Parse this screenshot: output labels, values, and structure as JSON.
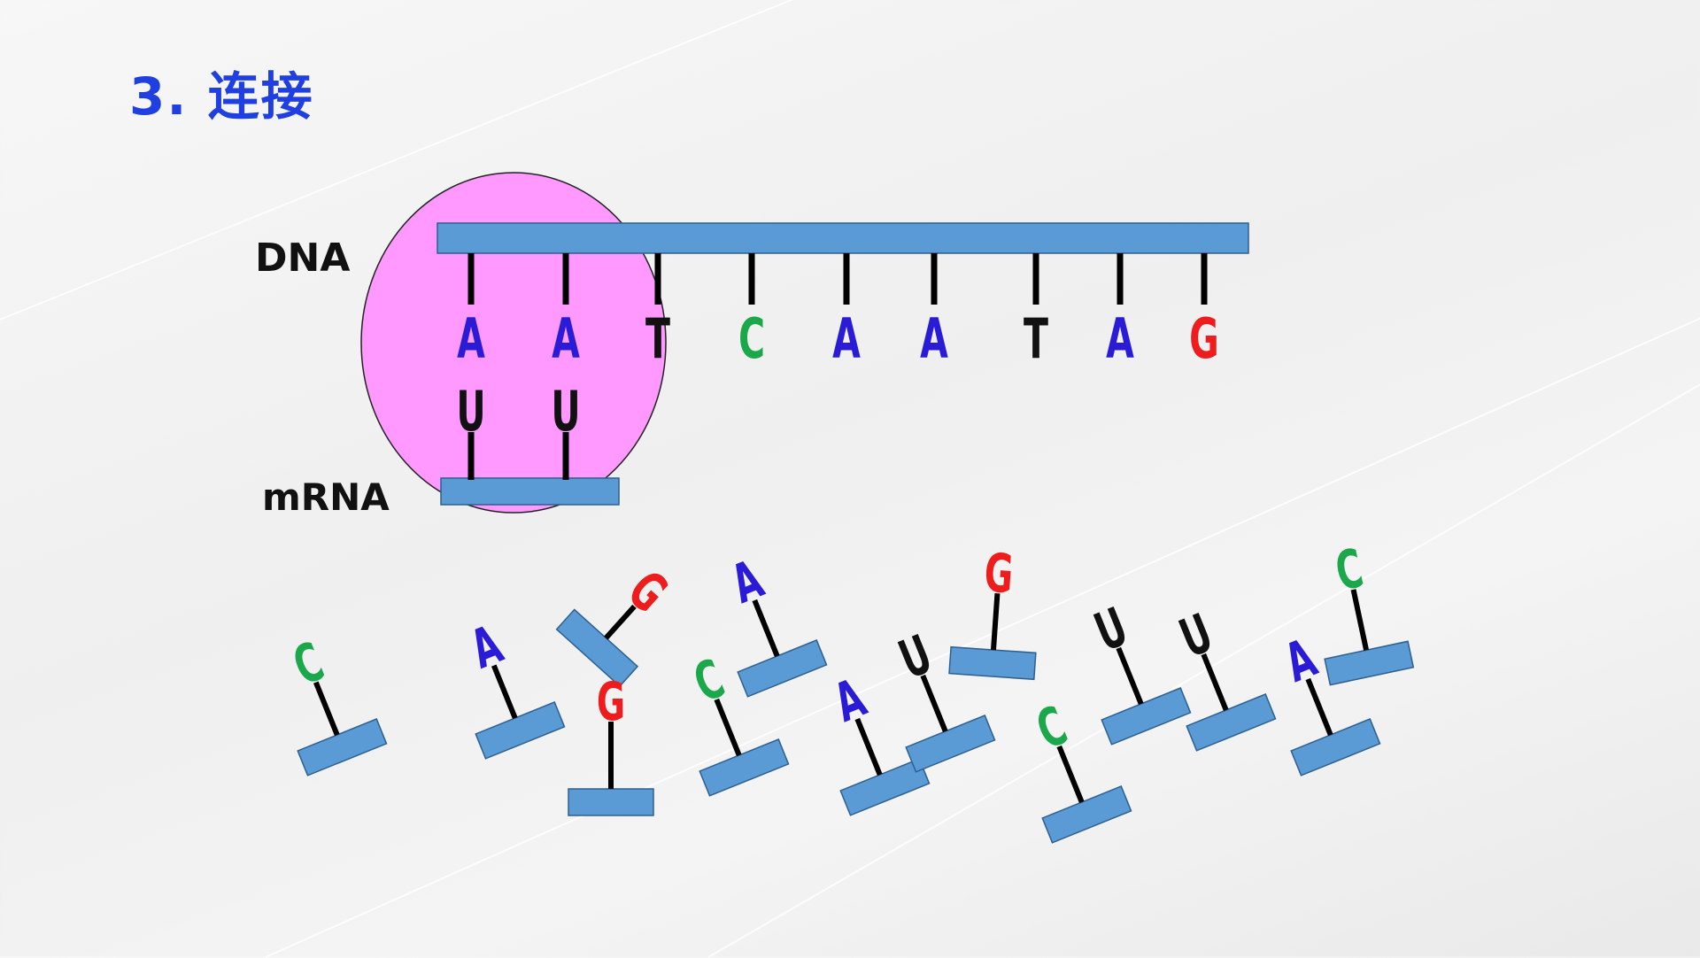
{
  "title": "3. 连接",
  "labels": {
    "dna": "DNA",
    "mrna": "mRNA"
  },
  "dna_bases": [
    "A",
    "A",
    "T",
    "C",
    "A",
    "A",
    "T",
    "A",
    "G"
  ],
  "mrna_bases": [
    "U",
    "U"
  ],
  "free_nucleotides": [
    "C",
    "A",
    "G",
    "G",
    "C",
    "A",
    "A",
    "U",
    "G",
    "C",
    "U",
    "U",
    "A",
    "C"
  ],
  "colors": {
    "A": "#2a1cd6",
    "T": "#111111",
    "U": "#111111",
    "C": "#1aa84a",
    "G": "#ee1c1c",
    "backbone": "#5b9bd5",
    "polymerase": "#ff99ff",
    "title": "#1f3fe0"
  }
}
